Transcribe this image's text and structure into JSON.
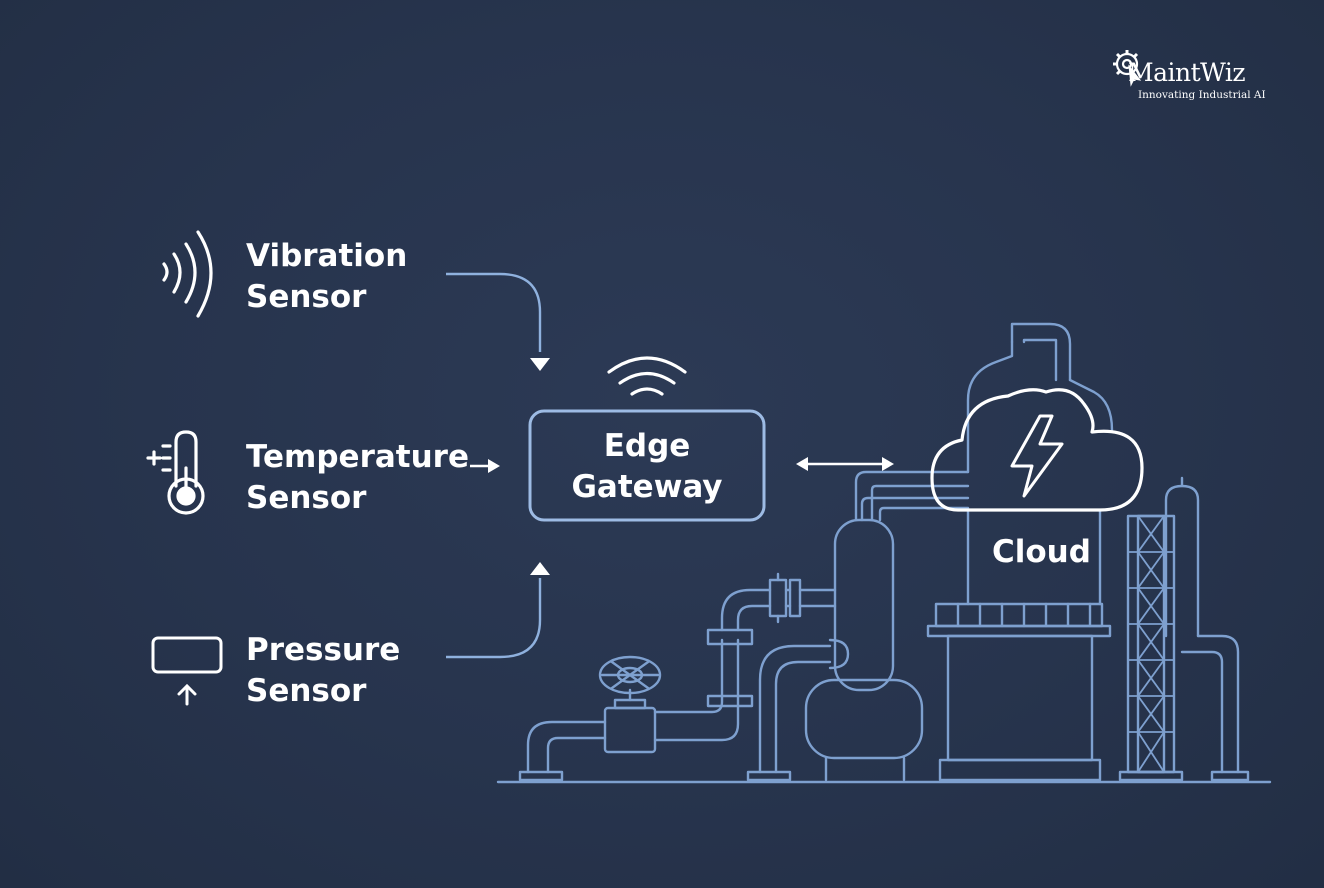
{
  "brand": {
    "name": "MaintWiz",
    "tagline": "Innovating Industrial AI",
    "icon": "gear-cursor-icon"
  },
  "sensors": [
    {
      "label": "Vibration\nSensor",
      "icon": "vibration-waves-icon"
    },
    {
      "label": "Temperature\nSensor",
      "icon": "thermometer-icon"
    },
    {
      "label": "Pressure\nSensor",
      "icon": "pressure-gauge-icon"
    }
  ],
  "gateway": {
    "label": "Edge\nGateway",
    "icon": "wifi-signal-icon"
  },
  "cloud": {
    "label": "Cloud",
    "icon": "lightning-bolt-icon"
  },
  "colors": {
    "background": "#27344d",
    "line": "#8fb1de",
    "gateway_border": "#9dbbe4",
    "text": "#ffffff",
    "plant_stroke": "#7ea0cf"
  }
}
